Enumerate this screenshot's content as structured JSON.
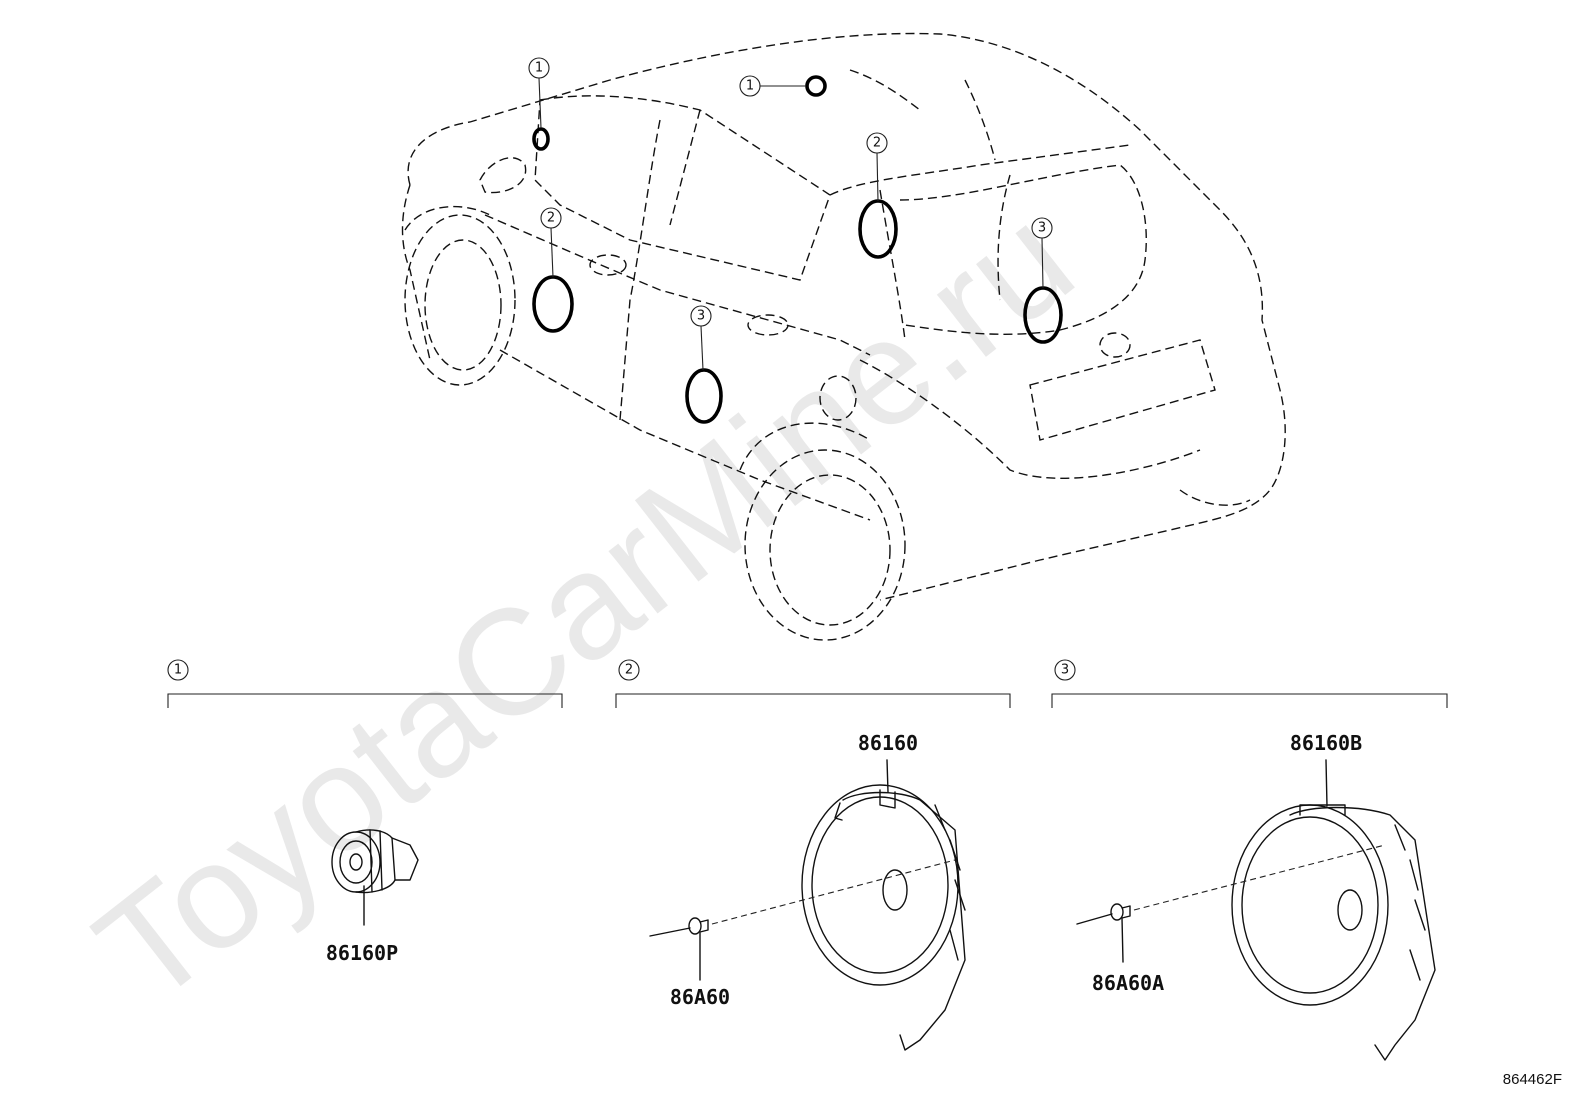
{
  "watermark": "ToyotaCarMine.ru",
  "diagram_ref": "864462F",
  "callout_nums": [
    "1",
    "2",
    "3"
  ],
  "groups": [
    {
      "num": "1",
      "parts": [
        {
          "code": "86160P"
        }
      ]
    },
    {
      "num": "2",
      "parts": [
        {
          "code": "86160"
        },
        {
          "code": "86A60"
        }
      ]
    },
    {
      "num": "3",
      "parts": [
        {
          "code": "86160B"
        },
        {
          "code": "86A60A"
        }
      ]
    }
  ],
  "car_callouts": [
    {
      "num": "1",
      "location": "front-pillar"
    },
    {
      "num": "1",
      "location": "front-pillar-right"
    },
    {
      "num": "2",
      "location": "front-door-left"
    },
    {
      "num": "2",
      "location": "front-door-right"
    },
    {
      "num": "3",
      "location": "rear-door-left"
    },
    {
      "num": "3",
      "location": "rear-door-right"
    }
  ]
}
